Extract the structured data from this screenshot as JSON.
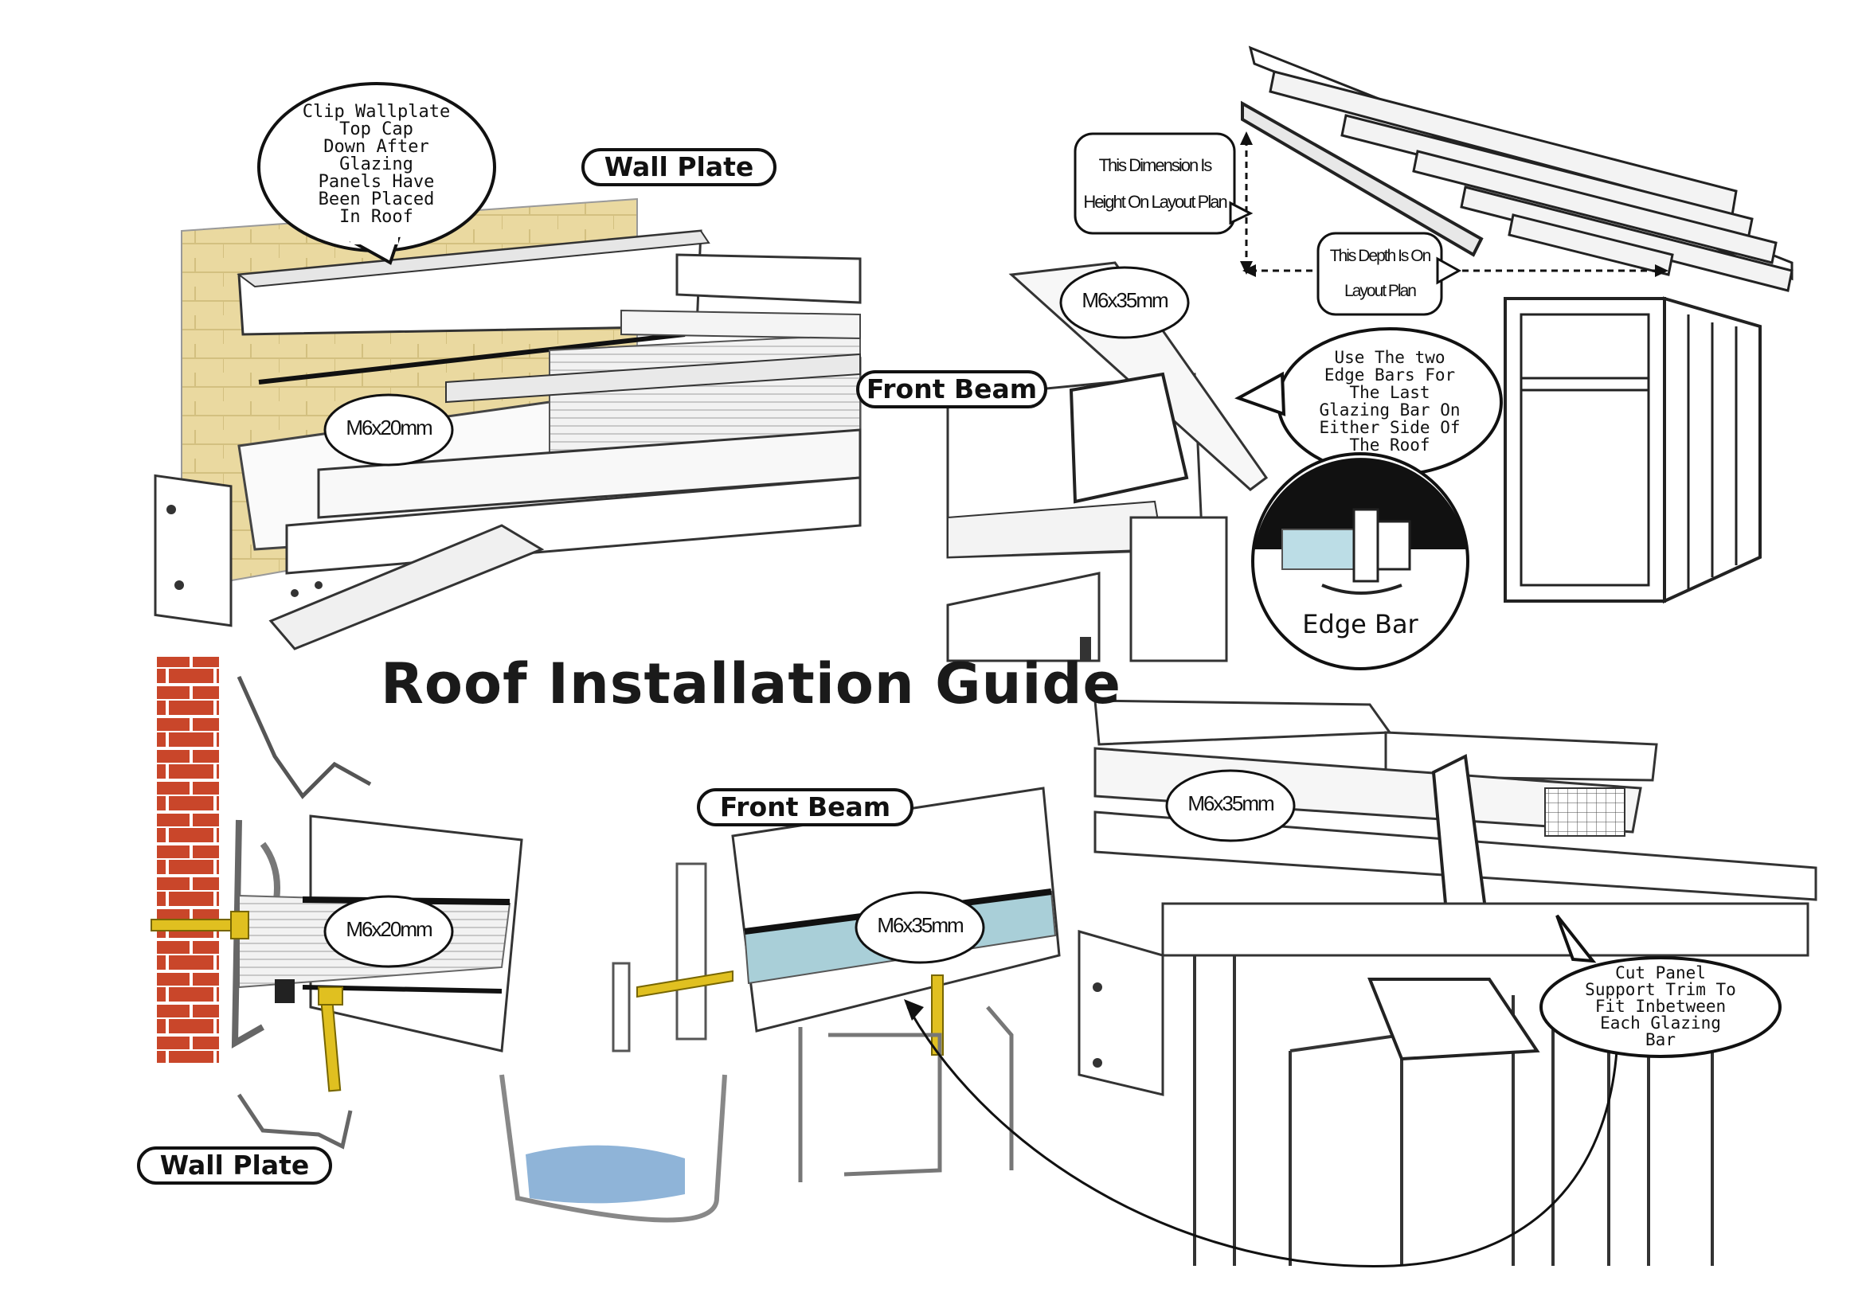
{
  "title": "Roof Installation Guide",
  "labels": {
    "wall_plate_top": "Wall Plate",
    "wall_plate_bottom": "Wall Plate",
    "front_beam_top": "Front Beam",
    "front_beam_bottom": "Front Beam",
    "edge_bar": "Edge Bar"
  },
  "callouts": {
    "clip_wallplate": "Clip Wallplate\nTop Cap\nDown After\nGlazing\nPanels Have\nBeen Placed\nIn Roof",
    "edge_bars": "Use The two\nEdge Bars For\nThe Last\nGlazing Bar On\nEither Side Of\nThe Roof",
    "cut_panel": "Cut Panel\nSupport Trim To\nFit Inbetween\nEach Glazing\nBar",
    "height_dimension": "This Dimension Is\nHeight On Layout Plan",
    "depth_dimension": "This Depth Is On\nLayout Plan"
  },
  "screw_sizes": {
    "top_left": "M6x20mm",
    "top_right": "M6x35mm",
    "bottom_left": "M6x20mm",
    "bottom_center": "M6x35mm",
    "bottom_right": "M6x35mm"
  },
  "colors": {
    "brick": "#c9462a",
    "sandstone": "#ead9a0",
    "water": "#8fb4d8",
    "screw": "#e0c020",
    "panel_blue": "#a9cfd8"
  }
}
